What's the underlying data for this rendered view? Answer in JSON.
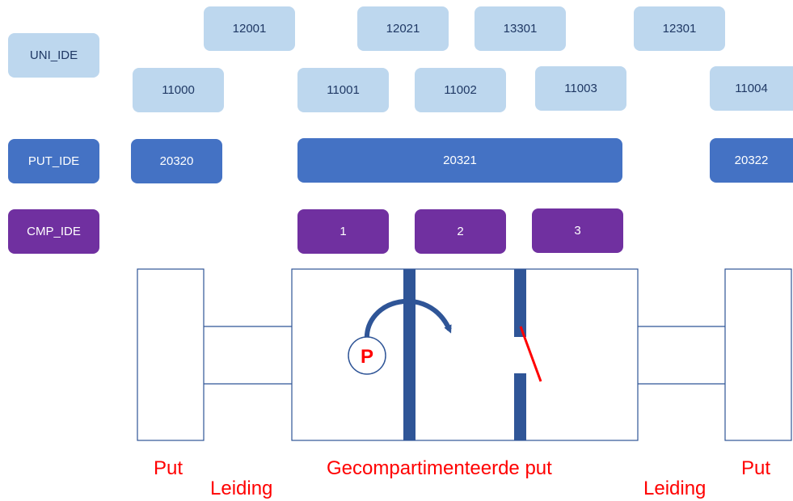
{
  "legend": {
    "uni_label": "UNI_IDE",
    "put_label": "PUT_IDE",
    "cmp_label": "CMP_IDE"
  },
  "uni_row_top": [
    "12001",
    "12021",
    "13301",
    "12301"
  ],
  "uni_row_bottom": [
    "11000",
    "11001",
    "11002",
    "11003",
    "11004"
  ],
  "put_row": [
    "20320",
    "20321",
    "20322"
  ],
  "cmp_row": [
    "1",
    "2",
    "3"
  ],
  "pump_label": "P",
  "captions": {
    "put_left": "Put",
    "leiding_left": "Leiding",
    "gecompartimenteerde": "Gecompartimenteerde put",
    "leiding_right": "Leiding",
    "put_right": "Put"
  },
  "colors": {
    "uni": "#bdd7ee",
    "put": "#4472c4",
    "cmp": "#7030a0",
    "outline": "#2f5597",
    "wall": "#2f5597",
    "valve": "#ff0000",
    "caption": "#ff0000"
  }
}
